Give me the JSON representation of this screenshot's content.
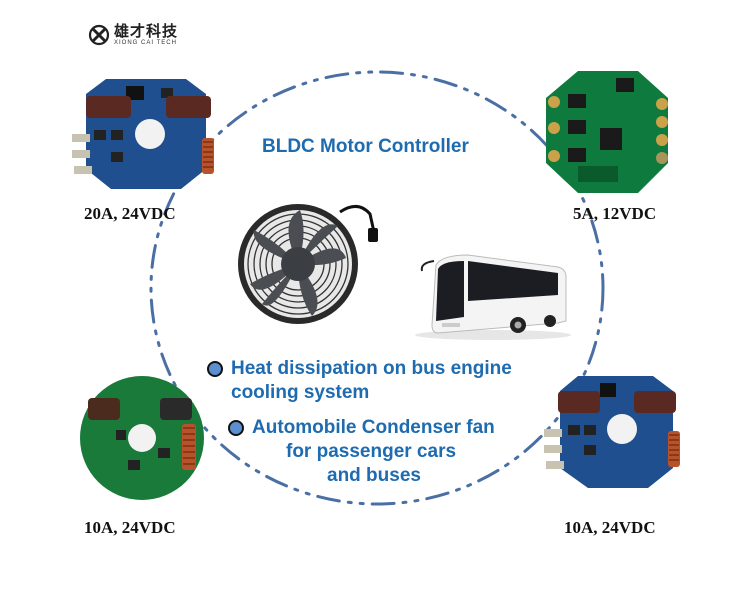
{
  "logo": {
    "name_cn": "雄才科技",
    "name_en": "XIONG CAI TECH",
    "icon": "x-logo-icon"
  },
  "title": "BLDC Motor Controller",
  "boards": [
    {
      "position": "top-left",
      "label": "20A, 24VDC",
      "pcb_color": "#1f4f8f"
    },
    {
      "position": "top-right",
      "label": "5A, 12VDC",
      "pcb_color": "#0f7a3e"
    },
    {
      "position": "bottom-left",
      "label": "10A, 24VDC",
      "pcb_color": "#1a7a3a"
    },
    {
      "position": "bottom-right",
      "label": "10A, 24VDC",
      "pcb_color": "#1f4f8f"
    }
  ],
  "images": {
    "fan": "cooling-fan",
    "bus": "coach-bus"
  },
  "applications": [
    {
      "lines": [
        "Heat dissipation on bus engine",
        "cooling system"
      ]
    },
    {
      "lines": [
        "Automobile Condenser fan",
        "for passenger cars",
        "and buses"
      ]
    }
  ],
  "colors": {
    "accent_text": "#1e6bb0",
    "ring": "#4a6fa5",
    "bullet_fill": "#5b8fd0"
  }
}
